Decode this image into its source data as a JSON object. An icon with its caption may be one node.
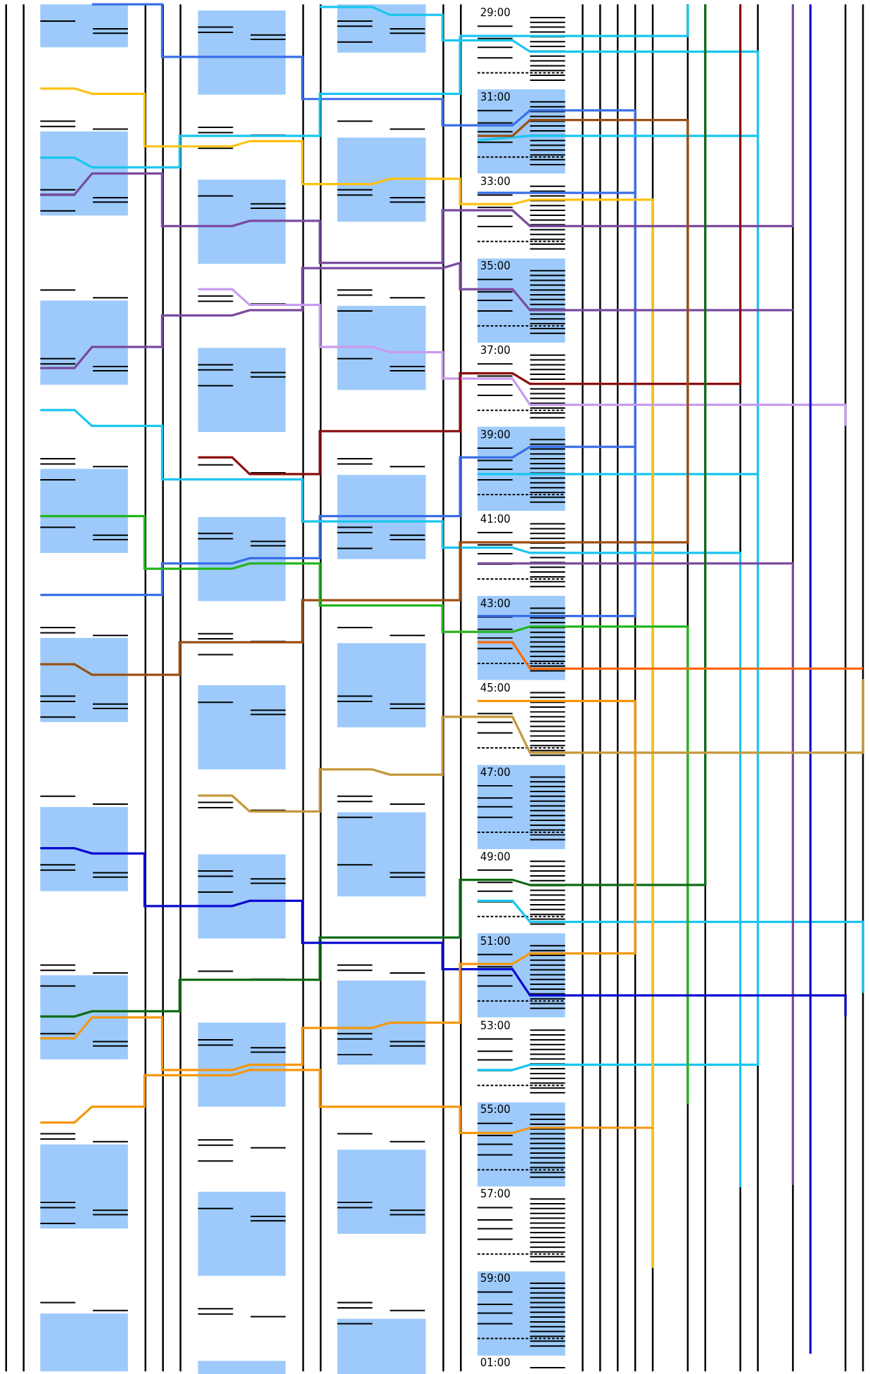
{
  "diagram": {
    "labels": [
      "29:00",
      "31:00",
      "33:00",
      "35:00",
      "37:00",
      "39:00",
      "41:00",
      "43:00",
      "45:00",
      "47:00",
      "49:00",
      "51:00",
      "53:00",
      "55:00",
      "57:00",
      "59:00",
      "01:00"
    ]
  }
}
